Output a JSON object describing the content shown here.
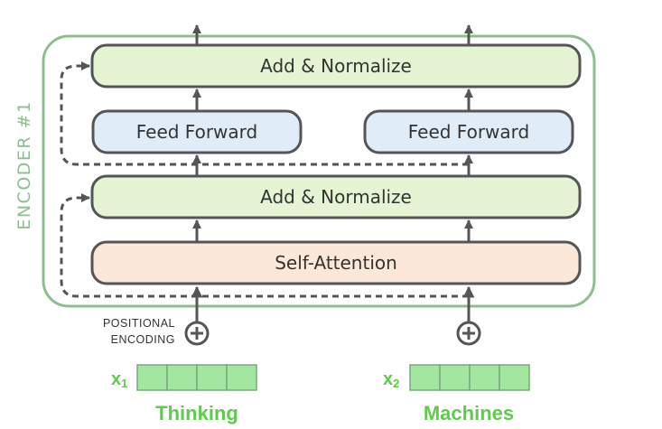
{
  "encoder": {
    "label": "ENCODER #1"
  },
  "boxes": {
    "add_norm_top": "Add & Normalize",
    "feed_forward_left": "Feed Forward",
    "feed_forward_right": "Feed Forward",
    "add_norm_bottom": "Add & Normalize",
    "self_attention": "Self-Attention"
  },
  "positional_encoding": {
    "line1": "POSITIONAL",
    "line2": "ENCODING"
  },
  "inputs": [
    {
      "symbol": "x",
      "subscript": "1",
      "word": "Thinking"
    },
    {
      "symbol": "x",
      "subscript": "2",
      "word": "Machines"
    }
  ],
  "colors": {
    "encoder_border": "#8dbf8d",
    "add_norm_fill": "#e5f5d3",
    "feed_forward_fill": "#e0edf9",
    "self_attention_fill": "#fbe8d8",
    "box_stroke": "#555555",
    "word_green": "#5ccc4a",
    "vector_fill": "#a3e6a0",
    "vector_stroke": "#7aa87a"
  },
  "icons": {
    "plus": "plus-circle-icon"
  }
}
